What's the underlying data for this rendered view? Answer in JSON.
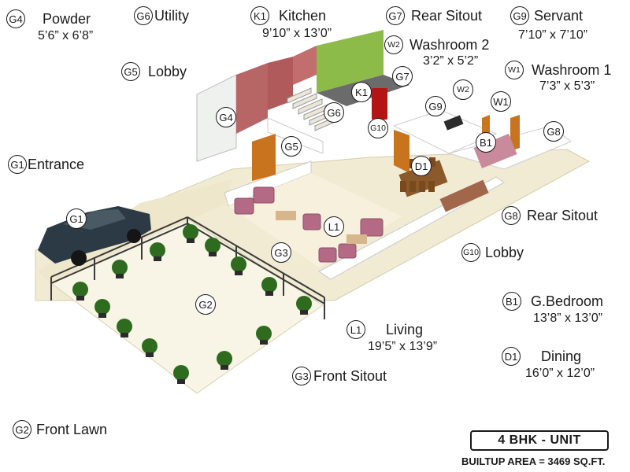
{
  "rooms": {
    "g4": {
      "code": "G4",
      "name": "Powder",
      "dims": "5’6” x 6’8”"
    },
    "g6": {
      "code": "G6",
      "name": "Utility"
    },
    "k1": {
      "code": "K1",
      "name": "Kitchen",
      "dims": "9’10” x 13’0”"
    },
    "g7": {
      "code": "G7",
      "name": "Rear Sitout"
    },
    "g9": {
      "code": "G9",
      "name": "Servant",
      "dims": "7’10” x 7’10”"
    },
    "w2": {
      "code": "W2",
      "name": "Washroom 2",
      "dims": "3’2” x 5’2”"
    },
    "g5": {
      "code": "G5",
      "name": "Lobby"
    },
    "w1": {
      "code": "W1",
      "name": "Washroom 1",
      "dims": "7’3” x 5’3”"
    },
    "g1": {
      "code": "G1",
      "name": "Entrance"
    },
    "g8": {
      "code": "G8",
      "name": "Rear Sitout"
    },
    "g10": {
      "code": "G10",
      "name": "Lobby"
    },
    "b1": {
      "code": "B1",
      "name": "G.Bedroom",
      "dims": "13’8” x 13’0”"
    },
    "l1": {
      "code": "L1",
      "name": "Living",
      "dims": "19’5” x 13’9”"
    },
    "d1": {
      "code": "D1",
      "name": "Dining",
      "dims": "16’0” x 12’0”"
    },
    "g3": {
      "code": "G3",
      "name": "Front Sitout"
    },
    "g2": {
      "code": "G2",
      "name": "Front Lawn"
    }
  },
  "unit": {
    "title": "4 BHK - UNIT",
    "builtup": "BUILTUP AREA = 3469 SQ.FT."
  },
  "colors": {
    "kitchen_wall": "#8dbb4a",
    "accent_wall": "#b86566",
    "floor": "#f6f0dc",
    "lawn": "#f3f0de",
    "wood": "#c8731e",
    "sofa": "#b46a85"
  }
}
